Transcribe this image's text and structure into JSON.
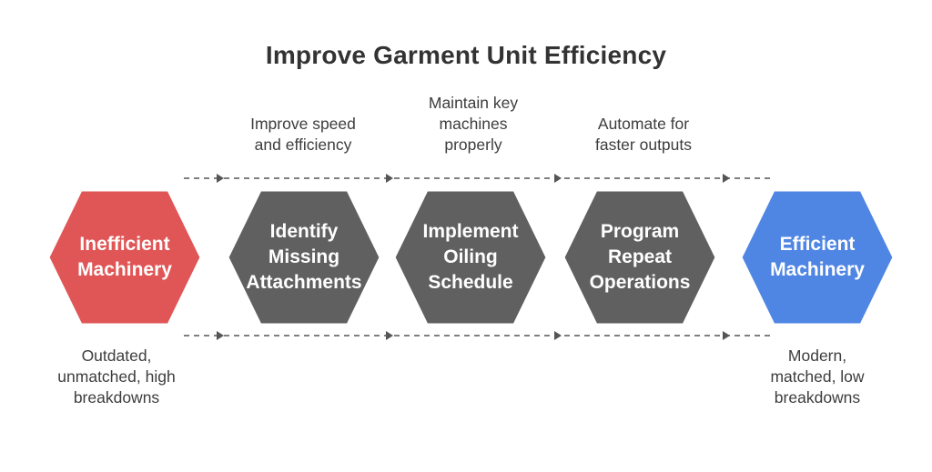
{
  "title": "Improve Garment Unit Efficiency",
  "colors": {
    "start": "#e05656",
    "step": "#606060",
    "end": "#4f86e4",
    "connector": "#555555"
  },
  "start": {
    "lines": [
      "Inefficient",
      "Machinery"
    ],
    "caption": [
      "Outdated,",
      "unmatched, high",
      "breakdowns"
    ]
  },
  "steps": [
    {
      "lines": [
        "Identify",
        "Missing",
        "Attachments"
      ],
      "caption": [
        "Improve speed",
        "and efficiency"
      ]
    },
    {
      "lines": [
        "Implement",
        "Oiling",
        "Schedule"
      ],
      "caption": [
        "Maintain key",
        "machines",
        "properly"
      ]
    },
    {
      "lines": [
        "Program",
        "Repeat",
        "Operations"
      ],
      "caption": [
        "Automate for",
        "faster outputs"
      ]
    }
  ],
  "end": {
    "lines": [
      "Efficient",
      "Machinery"
    ],
    "caption": [
      "Modern,",
      "matched, low",
      "breakdowns"
    ]
  }
}
